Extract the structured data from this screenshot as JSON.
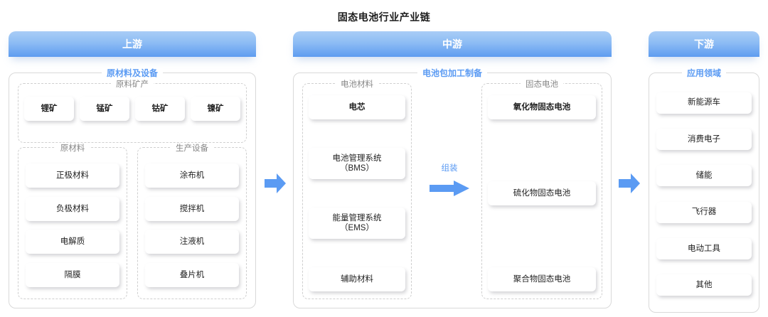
{
  "title": "固态电池行业产业链",
  "theme": {
    "header_gradient_top": "#a9cdf6",
    "header_gradient_bottom": "#5e9cf0",
    "group_title_color": "#5b9bf3",
    "sub_title_color": "#888888",
    "arrow_color": "#5b9bf3",
    "box_background": "#ffffff"
  },
  "columns": {
    "upstream": {
      "header": "上游",
      "group": {
        "title": "原材料及设备",
        "subgroups": [
          {
            "title": "原料矿产",
            "items": [
              "锂矿",
              "锰矿",
              "钴矿",
              "镍矿"
            ]
          },
          {
            "title": "原材料",
            "items": [
              "正极材料",
              "负极材料",
              "电解质",
              "隔膜"
            ]
          },
          {
            "title": "生产设备",
            "items": [
              "涂布机",
              "搅拌机",
              "注液机",
              "叠片机"
            ]
          }
        ]
      }
    },
    "midstream": {
      "header": "中游",
      "group": {
        "title": "电池包加工制备",
        "subgroups": [
          {
            "title": "电池材料",
            "items": [
              "电芯",
              "电池管理系统\n（BMS）",
              "能量管理系统\n（EMS）",
              "辅助材料"
            ]
          },
          {
            "title": "固态电池",
            "items": [
              "氧化物固态电池",
              "硫化物固态电池",
              "聚合物固态电池"
            ]
          }
        ]
      },
      "inner_arrow_label": "组装"
    },
    "downstream": {
      "header": "下游",
      "group": {
        "title": "应用领域",
        "items": [
          "新能源车",
          "消费电子",
          "储能",
          "飞行器",
          "电动工具",
          "其他"
        ]
      }
    }
  },
  "connectors": [
    {
      "name": "upstream-to-midstream",
      "icon": "arrow-right-icon"
    },
    {
      "name": "midstream-to-downstream",
      "icon": "arrow-right-icon"
    }
  ]
}
